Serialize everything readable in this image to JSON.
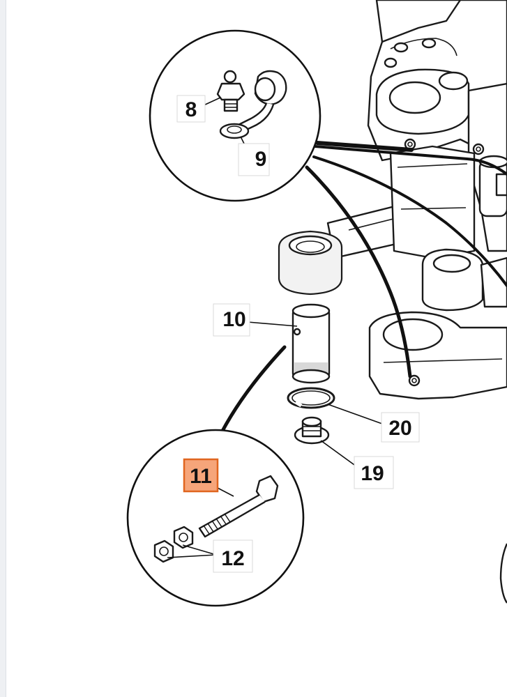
{
  "callouts": {
    "c8": "8",
    "c9": "9",
    "c10": "10",
    "c11": "11",
    "c12": "12",
    "c19": "19",
    "c20": "20"
  },
  "selected_callout": "11",
  "colors": {
    "highlight_fill": "#f6a57a",
    "highlight_stroke": "#e0651f",
    "line": "#111111"
  }
}
